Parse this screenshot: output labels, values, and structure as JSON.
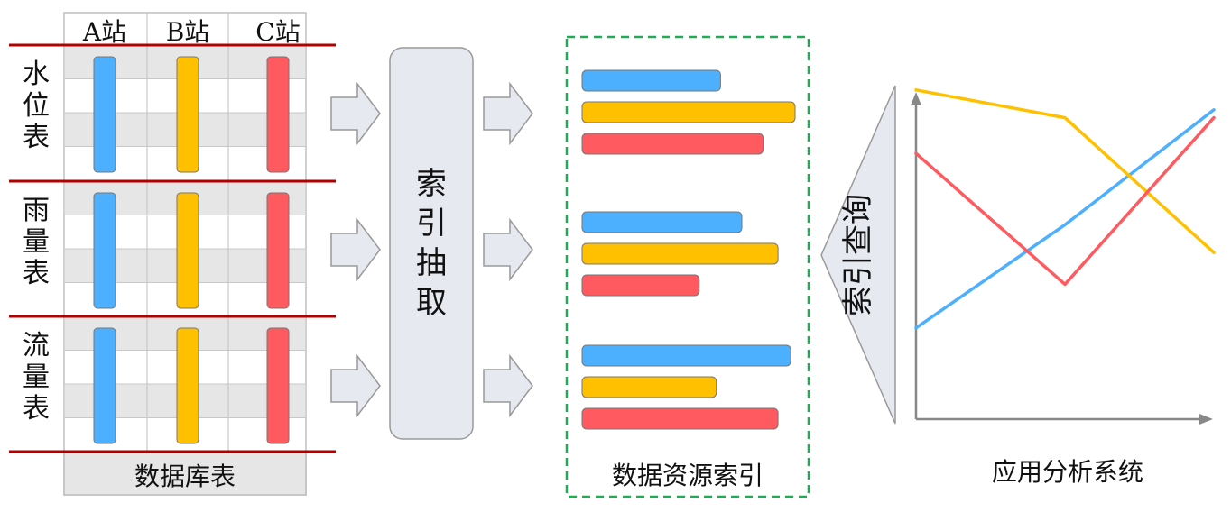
{
  "table": {
    "columns": [
      "A站",
      "B站",
      "C站"
    ],
    "groups": [
      {
        "label": "水位表"
      },
      {
        "label": "雨量表"
      },
      {
        "label": "流量表"
      }
    ],
    "footer": "数据库表"
  },
  "extract": {
    "label": "索引抽取"
  },
  "index": {
    "caption": "数据资源索引",
    "groups": [
      {
        "values": [
          0.65,
          1.0,
          0.85
        ]
      },
      {
        "values": [
          0.75,
          0.92,
          0.55
        ]
      },
      {
        "values": [
          0.98,
          0.63,
          0.92
        ]
      }
    ]
  },
  "query": {
    "label": "索引查询"
  },
  "app": {
    "caption": "应用分析系统",
    "series": [
      {
        "color": "#4db0ff",
        "values": [
          0.23,
          0.49,
          0.78
        ]
      },
      {
        "color": "#ffc000",
        "values": [
          0.83,
          0.76,
          0.42
        ]
      },
      {
        "color": "#ff5a5f",
        "values": [
          0.67,
          0.34,
          0.76
        ]
      }
    ]
  },
  "colors": {
    "blue": "#4db0ff",
    "yellow": "#ffc000",
    "red": "#ff5a5f",
    "divider": "#b00000",
    "dashed": "#22aa55",
    "arrow_fill": "#e6e9ef",
    "arrow_stroke": "#999999"
  }
}
